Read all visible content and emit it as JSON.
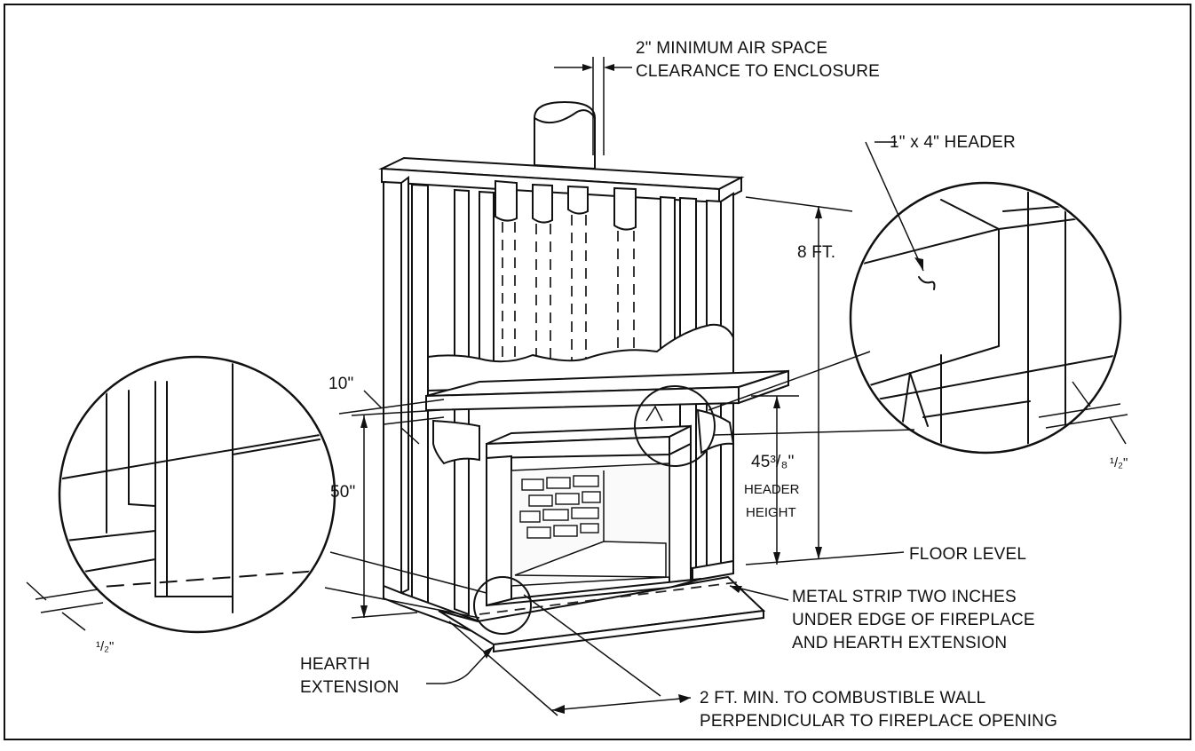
{
  "labels": {
    "air_space_line1": "2\" MINIMUM AIR SPACE",
    "air_space_line2": "CLEARANCE TO ENCLOSURE",
    "header_detail": "1\" x 4\" HEADER",
    "height_8ft": "8 FT.",
    "dim_10in": "10\"",
    "dim_50in": "50\"",
    "header_height_value": "45³/₈\"",
    "header_height_line1": "HEADER",
    "header_height_line2": "HEIGHT",
    "floor_level": "FLOOR LEVEL",
    "metal_strip_line1": "METAL STRIP TWO INCHES",
    "metal_strip_line2": "UNDER EDGE OF FIREPLACE",
    "metal_strip_line3": "AND HEARTH EXTENSION",
    "hearth_line1": "HEARTH",
    "hearth_line2": "EXTENSION",
    "combustible_line1": "2 FT. MIN. TO COMBUSTIBLE WALL",
    "combustible_line2": "PERPENDICULAR TO FIREPLACE OPENING",
    "half_inch_right": "¹/₂\"",
    "half_inch_left": "¹/₂\""
  }
}
